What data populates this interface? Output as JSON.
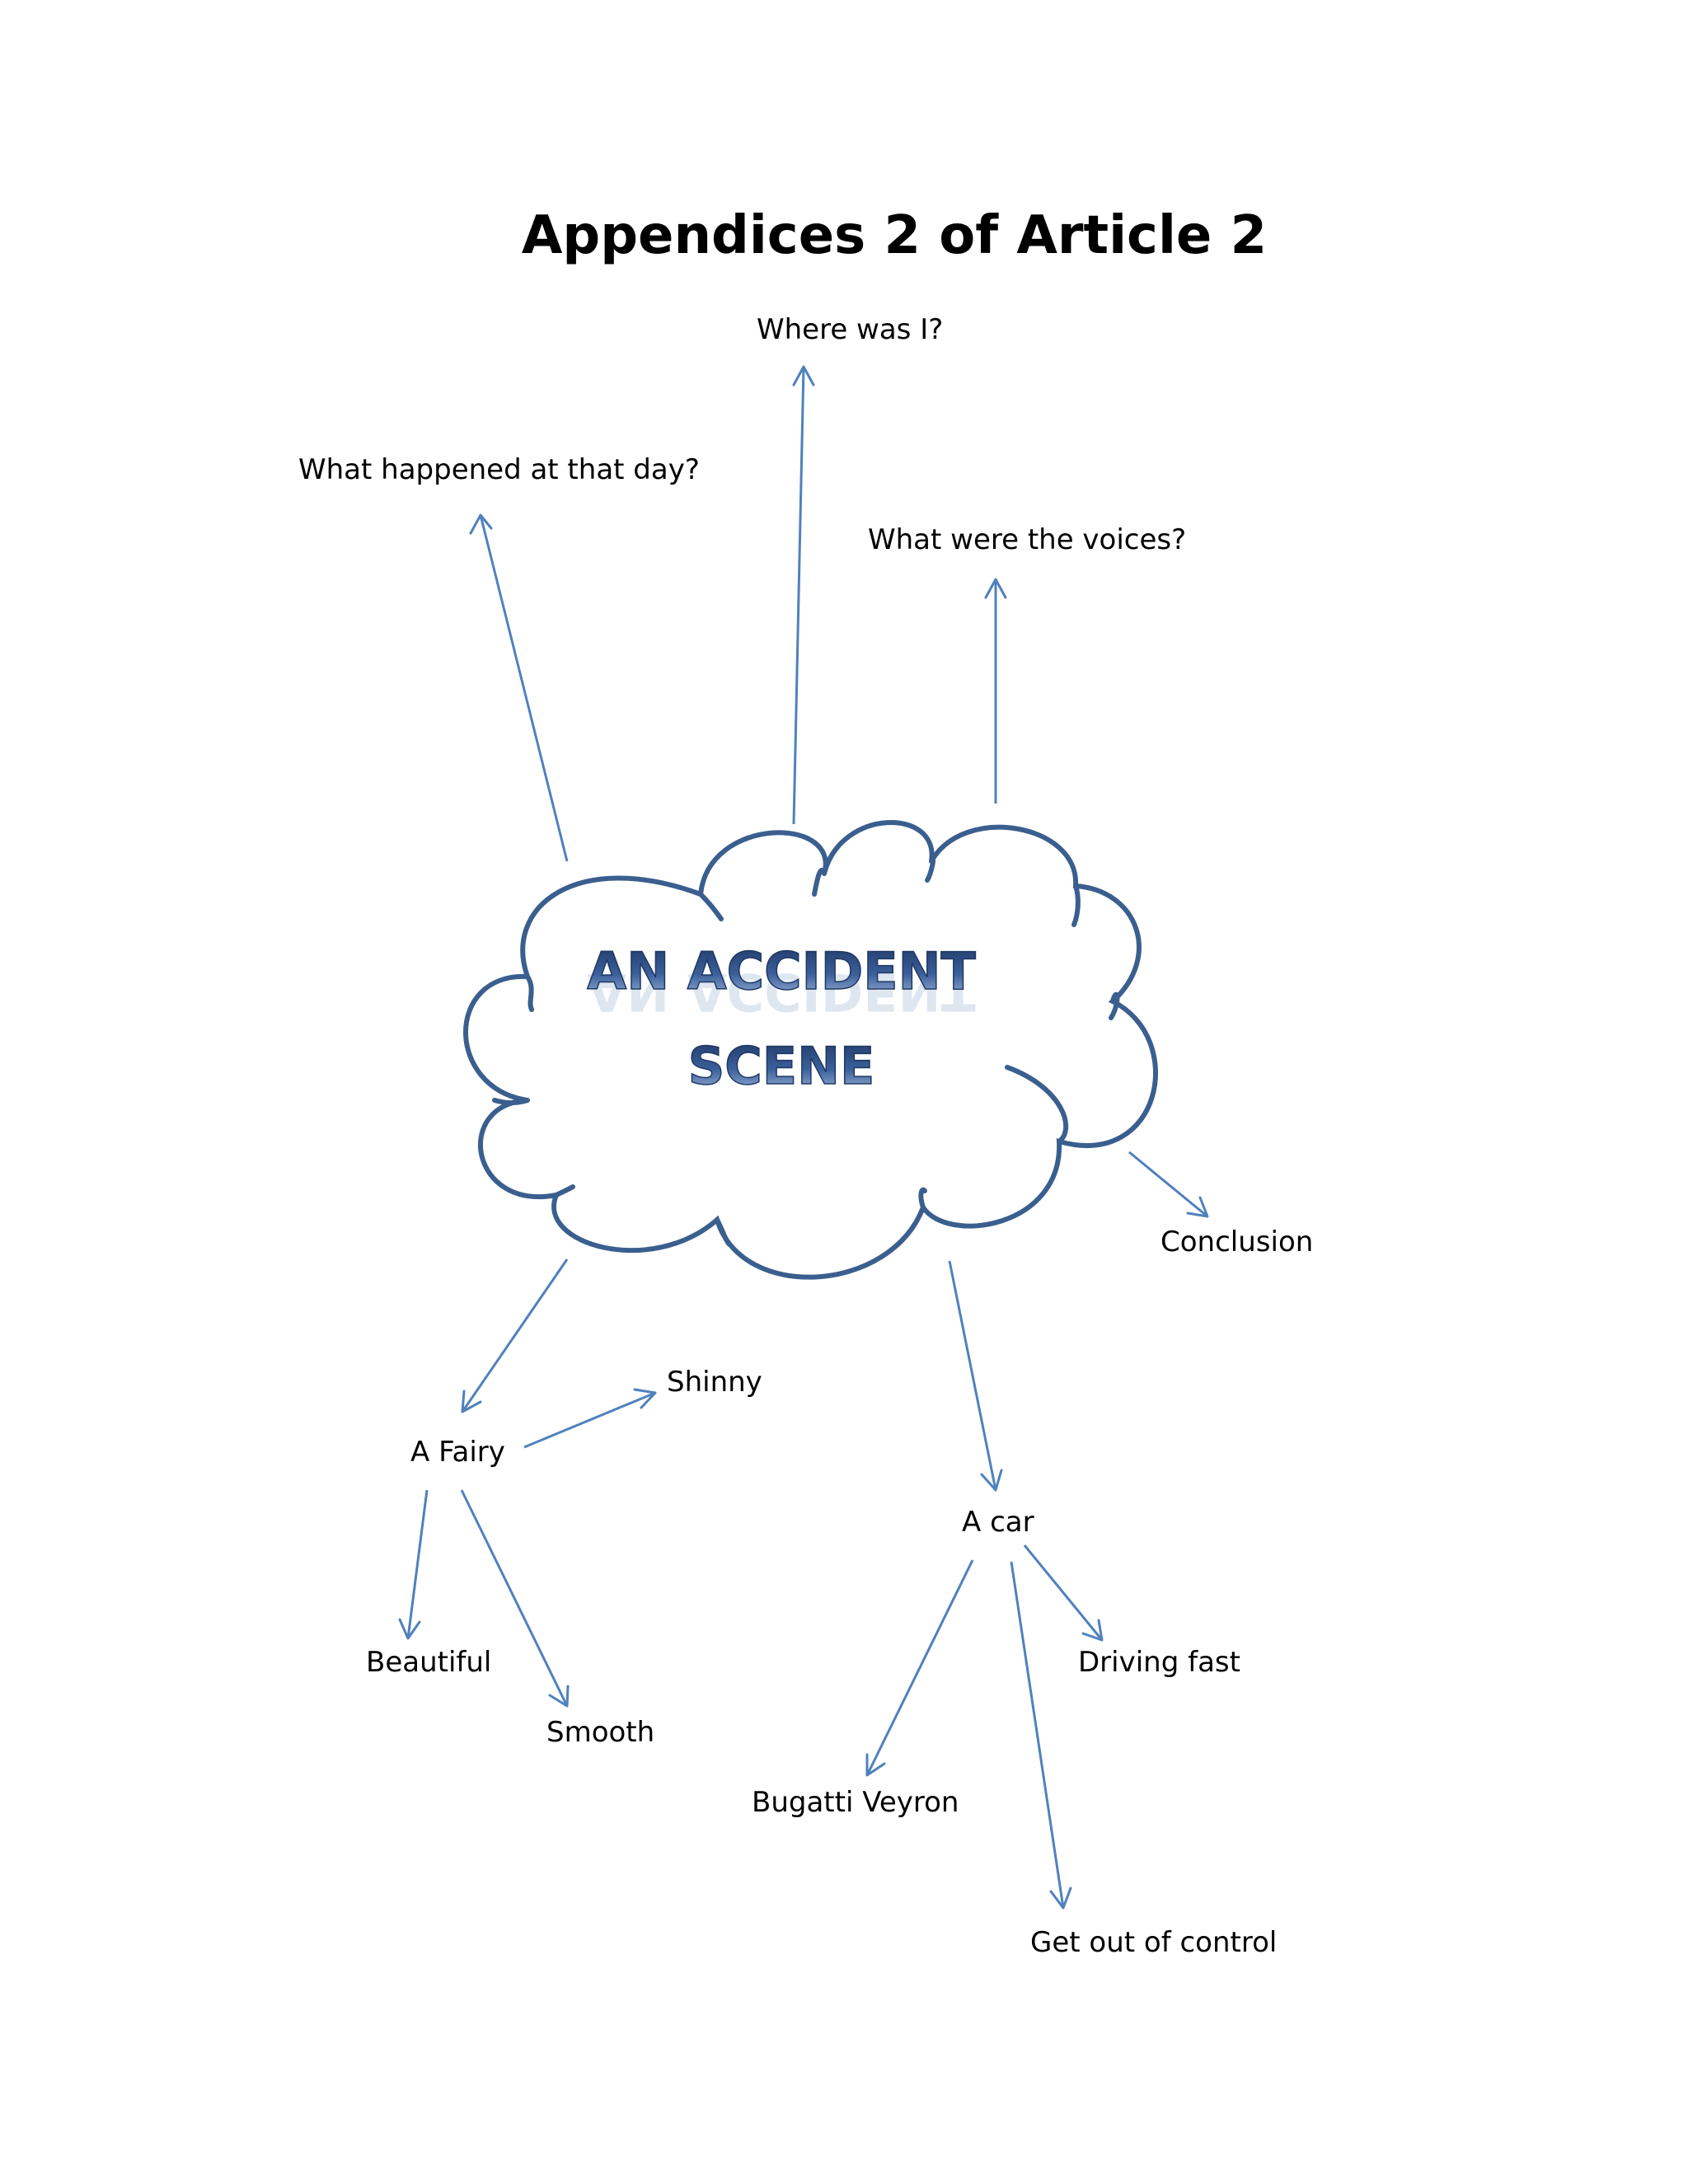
{
  "title": "Appendices 2 of Article 2",
  "center": {
    "line1": "AN ACCIDENT",
    "line2": "SCENE"
  },
  "nodes": {
    "where_was_i": "Where was I?",
    "what_happened": "What happened at that day?",
    "what_voices": "What were the voices?",
    "conclusion": "Conclusion",
    "a_fairy": "A Fairy",
    "shinny": "Shinny",
    "beautiful": "Beautiful",
    "smooth": "Smooth",
    "a_car": "A car",
    "driving_fast": "Driving fast",
    "bugatti_veyron": "Bugatti Veyron",
    "get_out_of_control": "Get out of control"
  },
  "colors": {
    "arrow": "#4f81bd",
    "cloud_outline": "#3a5f8f",
    "wordart_top": "#1f3864",
    "wordart_bottom": "#a9c0e0"
  }
}
